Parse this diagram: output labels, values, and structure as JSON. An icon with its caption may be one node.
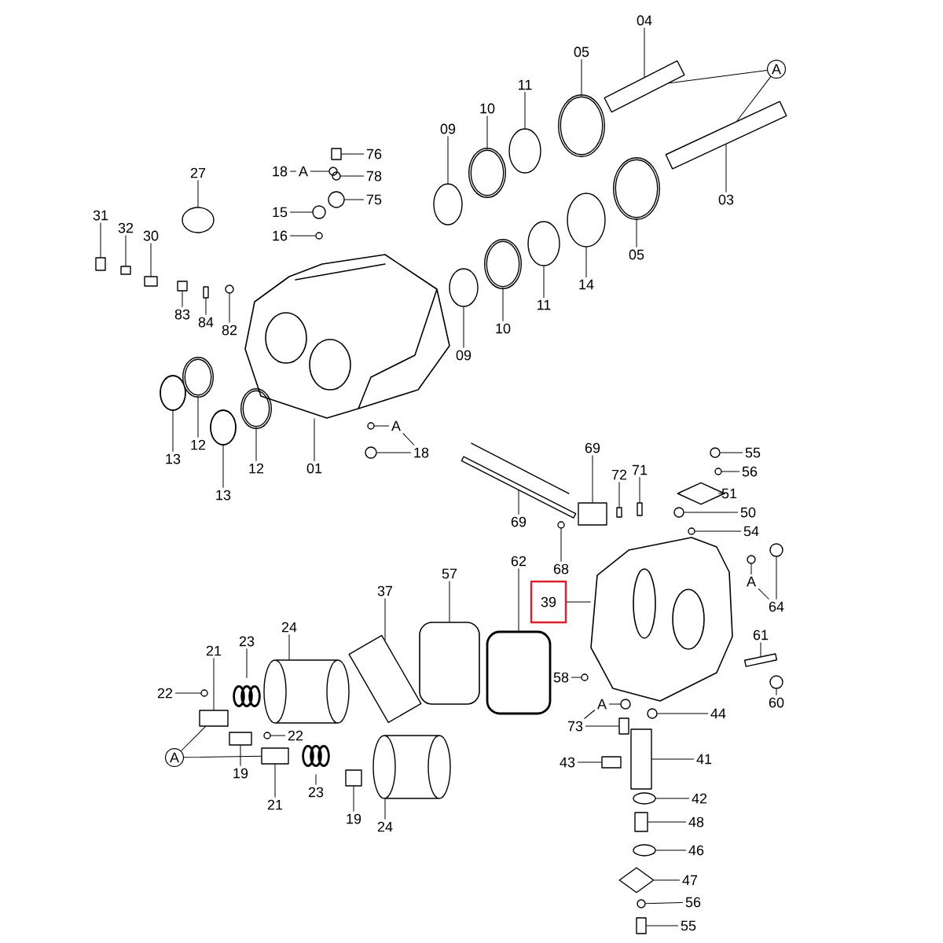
{
  "diagram": {
    "nodes": [
      {
        "text": [
          "27"
        ]
      },
      {
        "text": [
          "31"
        ]
      },
      {
        "text": [
          "32"
        ]
      },
      {
        "text": [
          "30"
        ]
      },
      {
        "text": [
          "18"
        ]
      },
      {
        "text": [
          "A"
        ]
      },
      {
        "text": [
          "76"
        ]
      },
      {
        "text": [
          "78"
        ]
      },
      {
        "text": [
          "75"
        ]
      },
      {
        "text": [
          "15"
        ]
      },
      {
        "text": [
          "16"
        ]
      },
      {
        "text": [
          "09"
        ]
      },
      {
        "text": [
          "83"
        ]
      },
      {
        "text": [
          "84"
        ]
      },
      {
        "text": [
          "82"
        ]
      },
      {
        "text": [
          "09"
        ]
      },
      {
        "text": [
          "A"
        ]
      },
      {
        "text": [
          "18"
        ]
      },
      {
        "text": [
          "13"
        ]
      },
      {
        "text": [
          "12"
        ]
      },
      {
        "text": [
          "13"
        ]
      },
      {
        "text": [
          "12"
        ]
      },
      {
        "text": [
          "01"
        ]
      },
      {
        "text": [
          "04"
        ]
      },
      {
        "text": [
          "05"
        ]
      },
      {
        "text": [
          "A"
        ]
      },
      {
        "text": [
          "11"
        ]
      },
      {
        "text": [
          "10"
        ]
      },
      {
        "text": [
          "03"
        ]
      },
      {
        "text": [
          "05"
        ]
      },
      {
        "text": [
          "14"
        ]
      },
      {
        "text": [
          "11"
        ]
      },
      {
        "text": [
          "10"
        ]
      },
      {
        "text": [
          "69"
        ]
      },
      {
        "text": [
          "55"
        ]
      },
      {
        "text": [
          "72"
        ]
      },
      {
        "text": [
          "71"
        ]
      },
      {
        "text": [
          "56"
        ]
      },
      {
        "text": [
          "51"
        ]
      },
      {
        "text": [
          "69"
        ]
      },
      {
        "text": [
          "50"
        ]
      },
      {
        "text": [
          "54"
        ]
      },
      {
        "text": [
          "A"
        ]
      },
      {
        "text": [
          "68"
        ]
      },
      {
        "text": [
          "62"
        ]
      },
      {
        "text": [
          "57"
        ]
      },
      {
        "text": [
          "37"
        ]
      },
      {
        "text": [
          "39"
        ]
      },
      {
        "text": [
          "64"
        ]
      },
      {
        "text": [
          "61"
        ]
      },
      {
        "text": [
          "24"
        ]
      },
      {
        "text": [
          "23"
        ]
      },
      {
        "text": [
          "21"
        ]
      },
      {
        "text": [
          "58"
        ]
      },
      {
        "text": [
          "A"
        ]
      },
      {
        "text": [
          "22"
        ]
      },
      {
        "text": [
          "60"
        ]
      },
      {
        "text": [
          "44"
        ]
      },
      {
        "text": [
          "73"
        ]
      },
      {
        "text": [
          "22"
        ]
      },
      {
        "text": [
          "A"
        ]
      },
      {
        "text": [
          "19"
        ]
      },
      {
        "text": [
          "41"
        ]
      },
      {
        "text": [
          "43"
        ]
      },
      {
        "text": [
          "23"
        ]
      },
      {
        "text": [
          "42"
        ]
      },
      {
        "text": [
          "21"
        ]
      },
      {
        "text": [
          "24"
        ]
      },
      {
        "text": [
          "19"
        ]
      },
      {
        "text": [
          "48"
        ]
      },
      {
        "text": [
          "46"
        ]
      },
      {
        "text": [
          "47"
        ]
      },
      {
        "text": [
          "56"
        ]
      },
      {
        "text": [
          "55"
        ]
      },
      {
        "text": [],
        "shape": "ellipse"
      },
      {
        "text": [],
        "shape": "box"
      },
      {
        "text": [],
        "shape": "box"
      },
      {
        "text": [],
        "shape": "box"
      },
      {
        "text": [],
        "shape": "circle"
      },
      {
        "text": [],
        "shape": "box"
      },
      {
        "text": [],
        "shape": "circle"
      },
      {
        "text": [],
        "shape": "circle"
      },
      {
        "text": [],
        "shape": "circle"
      },
      {
        "text": [],
        "shape": "circle"
      },
      {
        "text": [],
        "shape": "ellipse"
      },
      {
        "text": [],
        "shape": "box"
      },
      {
        "text": [],
        "shape": "box"
      },
      {
        "text": [],
        "shape": "circle"
      },
      {
        "text": [],
        "shape": "ellipse"
      },
      {
        "text": [],
        "shape": "circle"
      },
      {
        "text": [],
        "shape": "circle"
      },
      {
        "text": [],
        "shape": "ellipse"
      },
      {
        "text": [],
        "shape": "ellipse"
      },
      {
        "text": [],
        "shape": "ellipse"
      },
      {
        "text": [],
        "shape": "ellipse"
      },
      {
        "text": [],
        "shape": "picture"
      },
      {
        "text": [],
        "shape": "bar"
      },
      {
        "text": [],
        "shape": "ellipse"
      },
      {
        "text": [],
        "shape": "ellipse"
      },
      {
        "text": [],
        "shape": "ellipse"
      },
      {
        "text": [],
        "shape": "bar"
      },
      {
        "text": [],
        "shape": "ellipse"
      },
      {
        "text": [],
        "shape": "ellipse"
      },
      {
        "text": [],
        "shape": "ellipse"
      },
      {
        "text": [],
        "shape": "ellipse"
      },
      {
        "text": [],
        "shape": "box"
      },
      {
        "text": [],
        "shape": "circle"
      },
      {
        "text": [],
        "shape": "box"
      },
      {
        "text": [],
        "shape": "box"
      },
      {
        "text": [],
        "shape": "circle"
      },
      {
        "text": [],
        "shape": "diamond"
      },
      {
        "text": [],
        "shape": "bar"
      },
      {
        "text": [],
        "shape": "circle"
      },
      {
        "text": [],
        "shape": "circle"
      },
      {
        "text": [],
        "shape": "circle"
      },
      {
        "text": [],
        "shape": "circle"
      },
      {
        "text": [],
        "shape": "box"
      },
      {
        "text": [],
        "shape": "box"
      },
      {
        "text": [],
        "shape": "box"
      },
      {
        "text": [],
        "shape": "picture"
      },
      {
        "text": [],
        "shape": "circle"
      },
      {
        "text": [],
        "shape": "bar"
      },
      {
        "text": [],
        "shape": "cylinder"
      },
      {
        "text": [],
        "shape": "spring"
      },
      {
        "text": [],
        "shape": "box"
      },
      {
        "text": [],
        "shape": "circle"
      },
      {
        "text": [],
        "shape": "circle"
      },
      {
        "text": [],
        "shape": "circle"
      },
      {
        "text": [],
        "shape": "circle"
      },
      {
        "text": [],
        "shape": "circle"
      },
      {
        "text": [],
        "shape": "box"
      },
      {
        "text": [],
        "shape": "circle"
      },
      {
        "text": [],
        "shape": "box"
      },
      {
        "text": [],
        "shape": "box"
      },
      {
        "text": [],
        "shape": "box"
      },
      {
        "text": [],
        "shape": "spring"
      },
      {
        "text": [],
        "shape": "ellipse"
      },
      {
        "text": [],
        "shape": "box"
      },
      {
        "text": [],
        "shape": "cylinder"
      },
      {
        "text": [],
        "shape": "box"
      },
      {
        "text": [],
        "shape": "box"
      },
      {
        "text": [],
        "shape": "ellipse"
      },
      {
        "text": [],
        "shape": "diamond"
      },
      {
        "text": [],
        "shape": "circle"
      },
      {
        "text": [],
        "shape": "box"
      }
    ],
    "edges": [
      {
        "from": 0,
        "to": 74,
        "arrow": "none"
      },
      {
        "from": 1,
        "to": 75,
        "arrow": "none"
      },
      {
        "from": 2,
        "to": 76,
        "arrow": "none"
      },
      {
        "from": 3,
        "to": 77,
        "arrow": "none"
      },
      {
        "from": 4,
        "to": 5,
        "arrow": "none"
      },
      {
        "from": 5,
        "to": 78,
        "arrow": "none"
      },
      {
        "from": 6,
        "to": 79,
        "arrow": "none"
      },
      {
        "from": 7,
        "to": 80,
        "arrow": "none"
      },
      {
        "from": 8,
        "to": 81,
        "arrow": "none"
      },
      {
        "from": 9,
        "to": 82,
        "arrow": "none"
      },
      {
        "from": 10,
        "to": 83,
        "arrow": "none"
      },
      {
        "from": 11,
        "to": 84,
        "arrow": "none"
      },
      {
        "from": 12,
        "to": 85,
        "arrow": "none"
      },
      {
        "from": 13,
        "to": 86,
        "arrow": "none"
      },
      {
        "from": 14,
        "to": 87,
        "arrow": "none"
      },
      {
        "from": 15,
        "to": 88,
        "arrow": "none"
      },
      {
        "from": 16,
        "to": 89,
        "arrow": "none"
      },
      {
        "from": 17,
        "to": 90,
        "arrow": "none"
      },
      {
        "from": 18,
        "to": 91,
        "arrow": "none"
      },
      {
        "from": 19,
        "to": 92,
        "arrow": "none"
      },
      {
        "from": 20,
        "to": 93,
        "arrow": "none"
      },
      {
        "from": 21,
        "to": 94,
        "arrow": "none"
      },
      {
        "from": 22,
        "to": 95,
        "arrow": "none"
      },
      {
        "from": 23,
        "to": 96,
        "arrow": "none"
      },
      {
        "from": 24,
        "to": 97,
        "arrow": "none"
      },
      {
        "from": 25,
        "to": 96,
        "arrow": "none"
      },
      {
        "from": 25,
        "to": 100,
        "arrow": "none"
      },
      {
        "from": 26,
        "to": 98,
        "arrow": "none"
      },
      {
        "from": 27,
        "to": 99,
        "arrow": "none"
      },
      {
        "from": 28,
        "to": 100,
        "arrow": "none"
      },
      {
        "from": 29,
        "to": 101,
        "arrow": "none"
      },
      {
        "from": 30,
        "to": 102,
        "arrow": "none"
      },
      {
        "from": 31,
        "to": 103,
        "arrow": "none"
      },
      {
        "from": 32,
        "to": 104,
        "arrow": "none"
      },
      {
        "from": 33,
        "to": 105,
        "arrow": "none"
      },
      {
        "from": 34,
        "to": 106,
        "arrow": "none"
      },
      {
        "from": 35,
        "to": 107,
        "arrow": "none"
      },
      {
        "from": 36,
        "to": 108,
        "arrow": "none"
      },
      {
        "from": 37,
        "to": 109,
        "arrow": "none"
      },
      {
        "from": 38,
        "to": 110,
        "arrow": "none"
      },
      {
        "from": 39,
        "to": 111,
        "arrow": "none"
      },
      {
        "from": 40,
        "to": 112,
        "arrow": "none"
      },
      {
        "from": 41,
        "to": 113,
        "arrow": "none"
      },
      {
        "from": 42,
        "to": 114,
        "arrow": "none"
      },
      {
        "from": 43,
        "to": 115,
        "arrow": "none"
      },
      {
        "from": 44,
        "to": 116,
        "arrow": "none"
      },
      {
        "from": 45,
        "to": 117,
        "arrow": "none"
      },
      {
        "from": 46,
        "to": 118,
        "arrow": "none"
      },
      {
        "from": 47,
        "to": 119,
        "arrow": "none"
      },
      {
        "from": 48,
        "to": 120,
        "arrow": "none"
      },
      {
        "from": 49,
        "to": 121,
        "arrow": "none"
      },
      {
        "from": 50,
        "to": 122,
        "arrow": "none"
      },
      {
        "from": 51,
        "to": 123,
        "arrow": "none"
      },
      {
        "from": 52,
        "to": 124,
        "arrow": "none"
      },
      {
        "from": 53,
        "to": 125,
        "arrow": "none"
      },
      {
        "from": 54,
        "to": 126,
        "arrow": "none"
      },
      {
        "from": 55,
        "to": 127,
        "arrow": "none"
      },
      {
        "from": 56,
        "to": 128,
        "arrow": "none"
      },
      {
        "from": 57,
        "to": 129,
        "arrow": "none"
      },
      {
        "from": 58,
        "to": 130,
        "arrow": "none"
      },
      {
        "from": 59,
        "to": 131,
        "arrow": "none"
      },
      {
        "from": 60,
        "to": 124,
        "arrow": "none"
      },
      {
        "from": 60,
        "to": 137,
        "arrow": "none"
      },
      {
        "from": 61,
        "to": 132,
        "arrow": "none"
      },
      {
        "from": 62,
        "to": 133,
        "arrow": "none"
      },
      {
        "from": 63,
        "to": 134,
        "arrow": "none"
      },
      {
        "from": 64,
        "to": 135,
        "arrow": "none"
      },
      {
        "from": 65,
        "to": 136,
        "arrow": "none"
      },
      {
        "from": 66,
        "to": 137,
        "arrow": "none"
      },
      {
        "from": 67,
        "to": 138,
        "arrow": "none"
      },
      {
        "from": 68,
        "to": 139,
        "arrow": "none"
      },
      {
        "from": 69,
        "to": 140,
        "arrow": "none"
      },
      {
        "from": 70,
        "to": 141,
        "arrow": "none"
      },
      {
        "from": 71,
        "to": 142,
        "arrow": "none"
      },
      {
        "from": 72,
        "to": 143,
        "arrow": "none"
      },
      {
        "from": 73,
        "to": 144,
        "arrow": "none"
      },
      {
        "from": 16,
        "to": 17,
        "arrow": "none"
      },
      {
        "from": 42,
        "to": 48,
        "arrow": "none"
      },
      {
        "from": 54,
        "to": 58,
        "arrow": "none"
      }
    ]
  }
}
